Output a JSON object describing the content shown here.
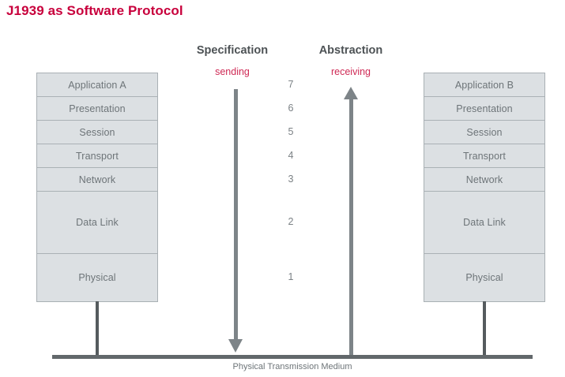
{
  "page": {
    "title": "J1939 as Software Protocol",
    "title_color": "#c8003c",
    "background": "#ffffff"
  },
  "columns": {
    "specification": {
      "header": "Specification",
      "sub": "sending",
      "sub_color": "#cf2a55",
      "arrow_direction": "down"
    },
    "abstraction": {
      "header": "Abstraction",
      "sub": "receiving",
      "sub_color": "#cf2a55",
      "arrow_direction": "up"
    }
  },
  "left_stack": {
    "name": "Application A",
    "layers": [
      {
        "label": "Application A",
        "size": "small"
      },
      {
        "label": "Presentation",
        "size": "small"
      },
      {
        "label": "Session",
        "size": "small"
      },
      {
        "label": "Transport",
        "size": "small"
      },
      {
        "label": "Network",
        "size": "small"
      },
      {
        "label": "Data Link",
        "size": "large"
      },
      {
        "label": "Physical",
        "size": "medium"
      }
    ]
  },
  "right_stack": {
    "name": "Application B",
    "layers": [
      {
        "label": "Application B",
        "size": "small"
      },
      {
        "label": "Presentation",
        "size": "small"
      },
      {
        "label": "Session",
        "size": "small"
      },
      {
        "label": "Transport",
        "size": "small"
      },
      {
        "label": "Network",
        "size": "small"
      },
      {
        "label": "Data Link",
        "size": "large"
      },
      {
        "label": "Physical",
        "size": "medium"
      }
    ]
  },
  "layer_numbers": [
    "7",
    "6",
    "5",
    "4",
    "3",
    "2",
    "1"
  ],
  "medium": {
    "label": "Physical Transmission Medium",
    "line_color": "#62686b"
  },
  "colors": {
    "layer_fill": "#dce0e3",
    "layer_border": "#a9b0b4",
    "layer_text": "#6d7478",
    "arrow": "#7d8488",
    "accent": "#c8003c"
  }
}
